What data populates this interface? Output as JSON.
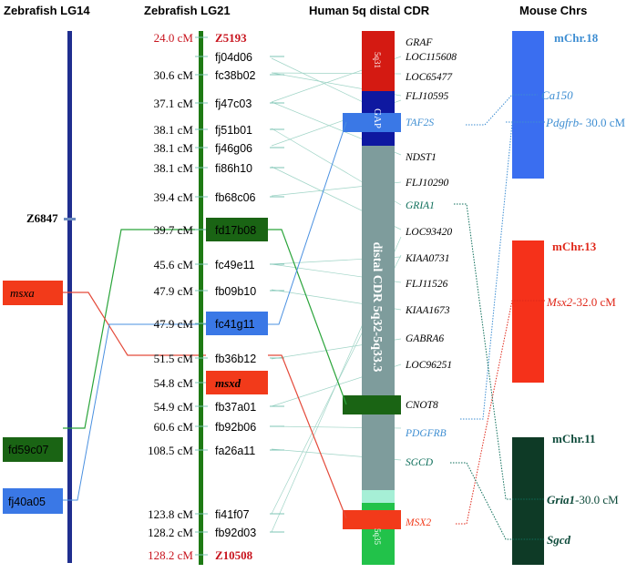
{
  "headers": {
    "lg14": "Zebrafish LG14",
    "lg21": "Zebrafish LG21",
    "human": "Human 5q distal CDR",
    "mouse": "Mouse Chrs"
  },
  "colors": {
    "blue_chrom": "#1f2e8f",
    "green_chrom": "#1e7a14",
    "red_marker": "#c8141e",
    "tick": "#7cc4b4",
    "green_box": "#1a6414",
    "red_box": "#f23a1a",
    "blue_box": "#3a78e6",
    "gap_box": "#0e18a0",
    "cdr_grey": "#7e9c9c",
    "q35_green": "#22c24a",
    "m18": "#3a6ef0",
    "m13": "#f5311a",
    "m11": "#0e3a26",
    "teal_text": "#0d6e5a",
    "lightblue_text": "#3e8ed2"
  },
  "lg14": {
    "z6847": "Z6847",
    "msxa": "msxa",
    "fd59c07": "fd59c07",
    "fj40a05": "fj40a05"
  },
  "lg21": {
    "rows": [
      {
        "cm": "24.0 cM",
        "marker": "Z5193",
        "style": "red"
      },
      {
        "cm": "",
        "marker": "fj04d06",
        "style": "plain"
      },
      {
        "cm": "30.6 cM",
        "marker": "fc38b02",
        "style": "plain"
      },
      {
        "cm": "37.1 cM",
        "marker": "fj47c03",
        "style": "plain"
      },
      {
        "cm": "38.1 cM",
        "marker": "fj51b01",
        "style": "plain"
      },
      {
        "cm": "38.1 cM",
        "marker": "fj46g06",
        "style": "plain"
      },
      {
        "cm": "38.1 cM",
        "marker": "fi86h10",
        "style": "plain"
      },
      {
        "cm": "39.4 cM",
        "marker": "fb68c06",
        "style": "plain"
      },
      {
        "cm": "39.7 cM",
        "marker": "fd17b08",
        "style": "greenbox"
      },
      {
        "cm": "45.6 cM",
        "marker": "fc49e11",
        "style": "plain"
      },
      {
        "cm": "47.9 cM",
        "marker": "fb09b10",
        "style": "plain"
      },
      {
        "cm": "47.9 cM",
        "marker": "fc41g11",
        "style": "bluebox"
      },
      {
        "cm": "51.5 cM",
        "marker": "fb36b12",
        "style": "plain"
      },
      {
        "cm": "54.8 cM",
        "marker": "msxd",
        "style": "redbox"
      },
      {
        "cm": "54.9 cM",
        "marker": "fb37a01",
        "style": "plain"
      },
      {
        "cm": "60.6 cM",
        "marker": "fb92b06",
        "style": "plain"
      },
      {
        "cm": "108.5 cM",
        "marker": "fa26a11",
        "style": "plain"
      },
      {
        "cm": "123.8 cM",
        "marker": "fi41f07",
        "style": "plain"
      },
      {
        "cm": "128.2 cM",
        "marker": "fb92d03",
        "style": "plain"
      },
      {
        "cm": "128.2 cM",
        "marker": "Z10508",
        "style": "red"
      }
    ]
  },
  "human": {
    "band_5q31": "5q31",
    "gap": "GAP",
    "cdr_label": "distal CDR 5q32-5q33.3",
    "band_5q35": "5q35",
    "genes": [
      {
        "name": "GRAF",
        "style": "black"
      },
      {
        "name": "LOC115608",
        "style": "black"
      },
      {
        "name": "LOC65477",
        "style": "black"
      },
      {
        "name": "FLJ10595",
        "style": "black"
      },
      {
        "name": "TAF2S",
        "style": "lightblue"
      },
      {
        "name": "NDST1",
        "style": "black"
      },
      {
        "name": "FLJ10290",
        "style": "black"
      },
      {
        "name": "GRIA1",
        "style": "teal"
      },
      {
        "name": "LOC93420",
        "style": "black"
      },
      {
        "name": "KIAA0731",
        "style": "black"
      },
      {
        "name": "FLJ11526",
        "style": "black"
      },
      {
        "name": "KIAA1673",
        "style": "black"
      },
      {
        "name": "GABRA6",
        "style": "black"
      },
      {
        "name": "LOC96251",
        "style": "black"
      },
      {
        "name": "CNOT8",
        "style": "black"
      },
      {
        "name": "PDGFRB",
        "style": "lightblue"
      },
      {
        "name": "SGCD",
        "style": "teal"
      },
      {
        "name": "MSX2",
        "style": "red"
      }
    ]
  },
  "mouse": {
    "m18": {
      "title": "mChr.18",
      "genes": [
        "Ca150",
        "Pdgfrb"
      ],
      "pos": "- 30.0 cM"
    },
    "m13": {
      "title": "mChr.13",
      "gene": "Msx2",
      "pos": "-32.0 cM"
    },
    "m11": {
      "title": "mChr.11",
      "genes": [
        "Gria1",
        "Sgcd"
      ],
      "pos": "-30.0 cM"
    }
  }
}
